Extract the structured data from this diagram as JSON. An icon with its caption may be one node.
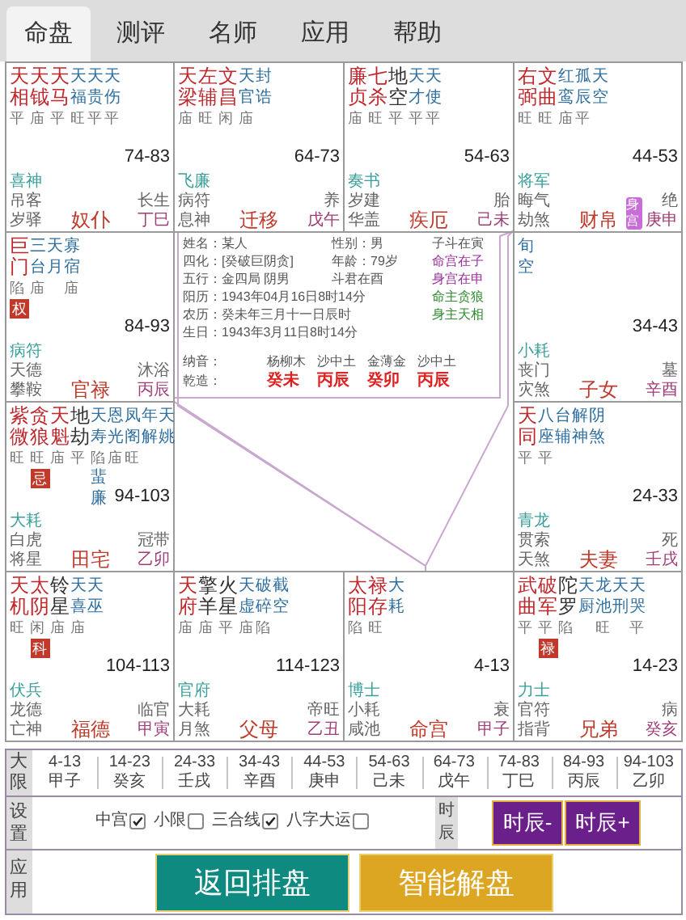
{
  "diagram": {
    "nodes": [
      {
        "text": [
          "天相",
          "平",
          "天钺",
          "庙",
          "天马",
          "平",
          "天福",
          "旺",
          "天贵",
          "平",
          "天伤",
          "平",
          "74-83",
          "喜神",
          "吊客",
          "岁驿",
          "奴仆",
          "长生",
          "丁巳"
        ]
      },
      {
        "text": [
          "天梁",
          "庙",
          "左辅",
          "旺",
          "文昌",
          "闲",
          "天官",
          "庙",
          "封诰",
          "64-73",
          "飞廉",
          "病符",
          "息神",
          "迁移",
          "养",
          "戊午"
        ]
      },
      {
        "text": [
          "廉贞",
          "庙",
          "七杀",
          "旺",
          "地空",
          "平",
          "天才",
          "平",
          "天使",
          "平",
          "54-63",
          "奏书",
          "岁建",
          "华盖",
          "疾厄",
          "胎",
          "己未"
        ]
      },
      {
        "text": [
          "右弼",
          "旺",
          "文曲",
          "旺",
          "红鸾",
          "庙",
          "孤辰",
          "平",
          "天空",
          "44-53",
          "将军",
          "晦气",
          "劫煞",
          "财帛",
          "身宫",
          "绝",
          "庚申"
        ]
      },
      {
        "text": [
          "巨门",
          "陷",
          "权",
          "三台",
          "庙",
          "天月",
          "寡宿",
          "庙",
          "84-93",
          "病符",
          "天德",
          "攀鞍",
          "官禄",
          "沐浴",
          "丙辰"
        ]
      },
      {
        "text": [
          "姓名：某人",
          "性别：男",
          "子斗在寅",
          "四化：[癸破巨阴贪]",
          "年龄：79岁",
          "命宫在子",
          "五行：金四局 阴男",
          "斗君在酉",
          "身宫在申",
          "阳历：1943年04月16日8时14分",
          "命主贪狼",
          "农历：癸未年三月十一日辰时",
          "身主天相",
          "生日：1943年3月11日8时14分",
          "纳音：",
          "杨柳木",
          "沙中土",
          "金薄金",
          "沙中土",
          "乾造：",
          "癸未",
          "丙辰",
          "癸卯",
          "丙辰"
        ]
      },
      {
        "text": [
          "旬空",
          "34-43",
          "小耗",
          "丧门",
          "灾煞",
          "子女",
          "墓",
          "辛酉"
        ]
      },
      {
        "text": [
          "紫微",
          "旺",
          "贪狼",
          "旺",
          "忌",
          "天魁",
          "庙",
          "地劫",
          "平",
          "天寿",
          "陷",
          "恩光",
          "庙",
          "凤阁",
          "旺",
          "年解",
          "天姚",
          "蜚廉",
          "94-103",
          "大耗",
          "白虎",
          "将星",
          "田宅",
          "冠带",
          "乙卯"
        ]
      },
      {
        "text": [
          "天同",
          "平",
          "八座",
          "平",
          "台辅",
          "解神",
          "阴煞",
          "24-33",
          "青龙",
          "贯索",
          "天煞",
          "夫妻",
          "死",
          "壬戌"
        ]
      },
      {
        "text": [
          "天机",
          "旺",
          "太阴",
          "闲",
          "科",
          "铃星",
          "庙",
          "天喜",
          "庙",
          "天巫",
          "104-113",
          "伏兵",
          "龙德",
          "亡神",
          "福德",
          "临官",
          "甲寅"
        ]
      },
      {
        "text": [
          "天府",
          "庙",
          "擎羊",
          "庙",
          "火星",
          "平",
          "天虚",
          "庙",
          "破碎",
          "陷",
          "截空",
          "114-123",
          "官府",
          "大耗",
          "月煞",
          "父母",
          "帝旺",
          "乙丑"
        ]
      },
      {
        "text": [
          "太阳",
          "陷",
          "禄存",
          "旺",
          "大耗",
          "4-13",
          "博士",
          "小耗",
          "咸池",
          "命宫",
          "衰",
          "甲子"
        ]
      },
      {
        "text": [
          "武曲",
          "平",
          "破军",
          "平",
          "禄",
          "陀罗",
          "陷",
          "天厨",
          "龙池",
          "旺",
          "天刑",
          "天哭",
          "平",
          "14-23",
          "力士",
          "官符",
          "指背",
          "兄弟",
          "病",
          "癸亥"
        ]
      }
    ],
    "edges": [
      {
        "from": 11,
        "to": 1,
        "arrow": "none"
      },
      {
        "from": 11,
        "to": 4,
        "arrow": "none"
      },
      {
        "from": 11,
        "to": 3,
        "arrow": "none"
      },
      {
        "from": 4,
        "to": 3,
        "arrow": "none"
      }
    ],
    "labels": [
      "命盘",
      "测评",
      "名师",
      "应用",
      "帮助",
      "大限",
      "4-13",
      "甲子",
      "14-23",
      "癸亥",
      "24-33",
      "壬戌",
      "34-43",
      "辛酉",
      "44-53",
      "庚申",
      "54-63",
      "己未",
      "64-73",
      "戊午",
      "74-83",
      "丁巳",
      "84-93",
      "丙辰",
      "94-103",
      "乙卯",
      "设置",
      "中宫",
      "小限",
      "三合线",
      "八字大运",
      "时辰",
      "时辰-",
      "时辰+",
      "应用",
      "返回排盘",
      "智能解盘"
    ]
  }
}
